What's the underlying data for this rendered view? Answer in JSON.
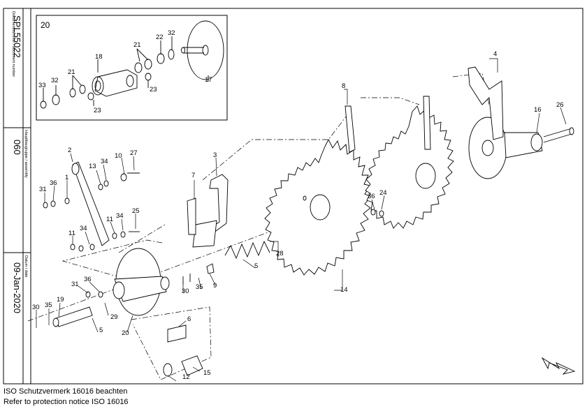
{
  "sidebar": {
    "doc_caption": "Dokumentnummer / document number",
    "doc_number": "SPL55022",
    "group_caption": "Hauptbaugruppe / assembly",
    "group_number": "060",
    "date_caption": "Datum / date",
    "date": "09-Jan-2020"
  },
  "inset": {
    "title": "20"
  },
  "callouts": {
    "c1": "1",
    "c2": "2",
    "c3": "3",
    "c4": "4",
    "c5a": "5",
    "c5b": "5",
    "c6": "6",
    "c7": "7",
    "c8": "8",
    "c9": "9",
    "c10": "10",
    "c11a": "11",
    "c11b": "11",
    "c12": "12",
    "c13": "13",
    "c14": "14",
    "c15": "15",
    "c16": "16",
    "c17": "17",
    "c18": "18",
    "c19": "19",
    "c20": "20",
    "c21a": "21",
    "c21b": "21",
    "c22": "22",
    "c23a": "23",
    "c23b": "23",
    "c24": "24",
    "c25": "25",
    "c26": "26",
    "c27": "27",
    "c28": "28",
    "c29": "29",
    "c30a": "30",
    "c30b": "30",
    "c31a": "31",
    "c31b": "31",
    "c32a": "32",
    "c32b": "32",
    "c33": "33",
    "c34a": "34",
    "c34b": "34",
    "c35a": "35",
    "c35b": "35",
    "c36a": "36",
    "c36b": "36",
    "c36c": "36"
  },
  "footer": {
    "line1": "ISO Schutzvermerk 16016 beachten",
    "line2": "Refer to protection notice ISO 16016"
  }
}
